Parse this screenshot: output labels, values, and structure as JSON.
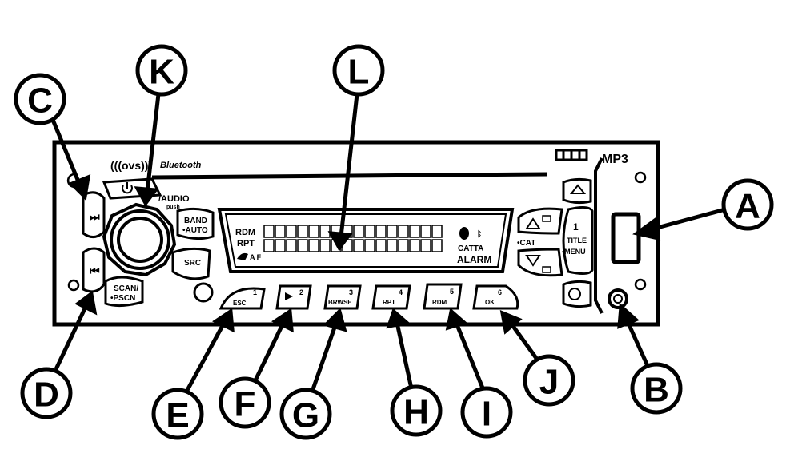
{
  "brand": {
    "voice_logo": "(((ovs)))",
    "bluetooth_label": "Bluetooth",
    "mp3_label": "MP3"
  },
  "buttons": {
    "audio_label": "/AUDIO",
    "audio_sub": "push",
    "band_label": "BAND",
    "band_sub": "•AUTO",
    "src_label": "SRC",
    "scan_label": "SCAN/",
    "scan_sub": "•PSCN",
    "cat_label": "•CAT",
    "title_num": "1",
    "title_label": "TITLE",
    "menu_label": "•MENU"
  },
  "presets": [
    {
      "num": "1",
      "label": "ESC"
    },
    {
      "num": "2",
      "label": ""
    },
    {
      "num": "3",
      "label": "BRWSE"
    },
    {
      "num": "4",
      "label": "RPT"
    },
    {
      "num": "5",
      "label": "RDM"
    },
    {
      "num": "6",
      "label": "OK"
    }
  ],
  "display": {
    "rdm": "RDM",
    "rpt": "RPT",
    "af": "A F",
    "catta": "CATTA",
    "alarm": "ALARM"
  },
  "callouts": [
    "A",
    "B",
    "C",
    "D",
    "E",
    "F",
    "G",
    "H",
    "I",
    "J",
    "K",
    "L"
  ]
}
